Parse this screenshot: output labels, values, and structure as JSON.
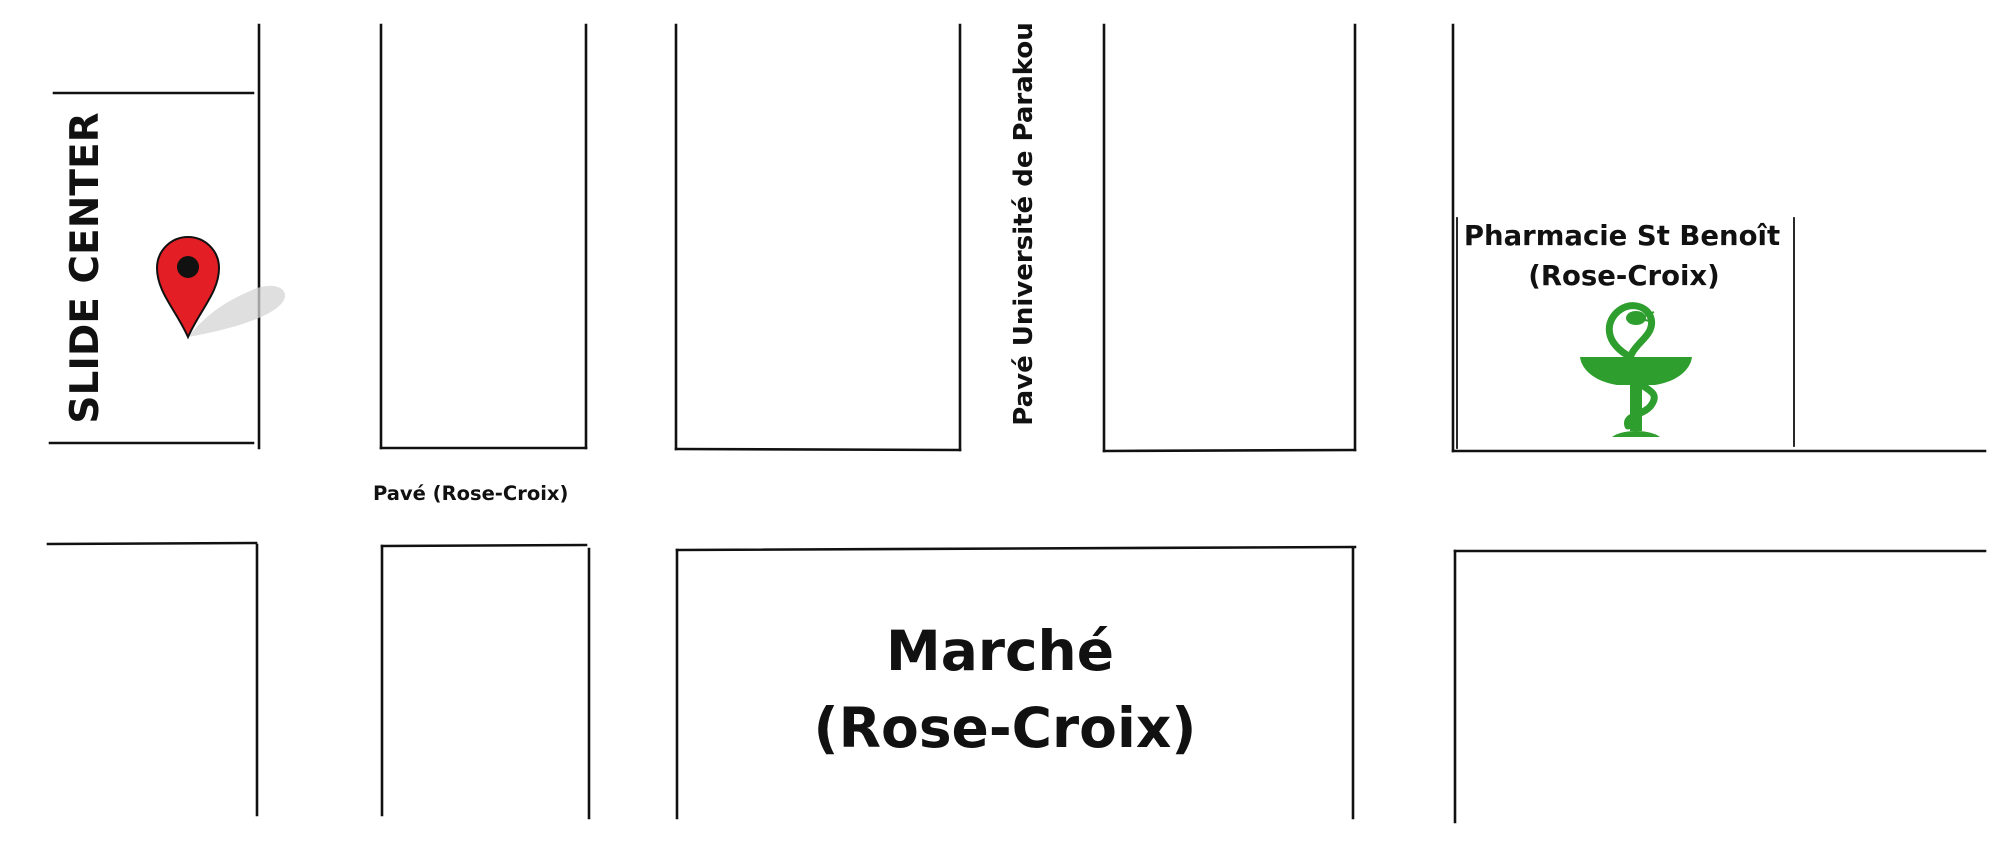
{
  "map": {
    "labels": {
      "slide_center": "SLIDE CENTER",
      "pave_universite": "Pavé Université de Parakou",
      "pave_rose_croix": "Pavé (Rose-Croix)",
      "pharmacie_line1": "Pharmacie St Benoît",
      "pharmacie_line2": "(Rose-Croix)",
      "marche_line1": "Marché",
      "marche_line2": "(Rose-Croix)"
    },
    "icons": {
      "location_pin": "map-pin-icon",
      "pharmacy": "caduceus-icon"
    },
    "colors": {
      "pin": "#e31e24",
      "pharmacy": "#2e9e2e",
      "lines": "#111111"
    }
  }
}
